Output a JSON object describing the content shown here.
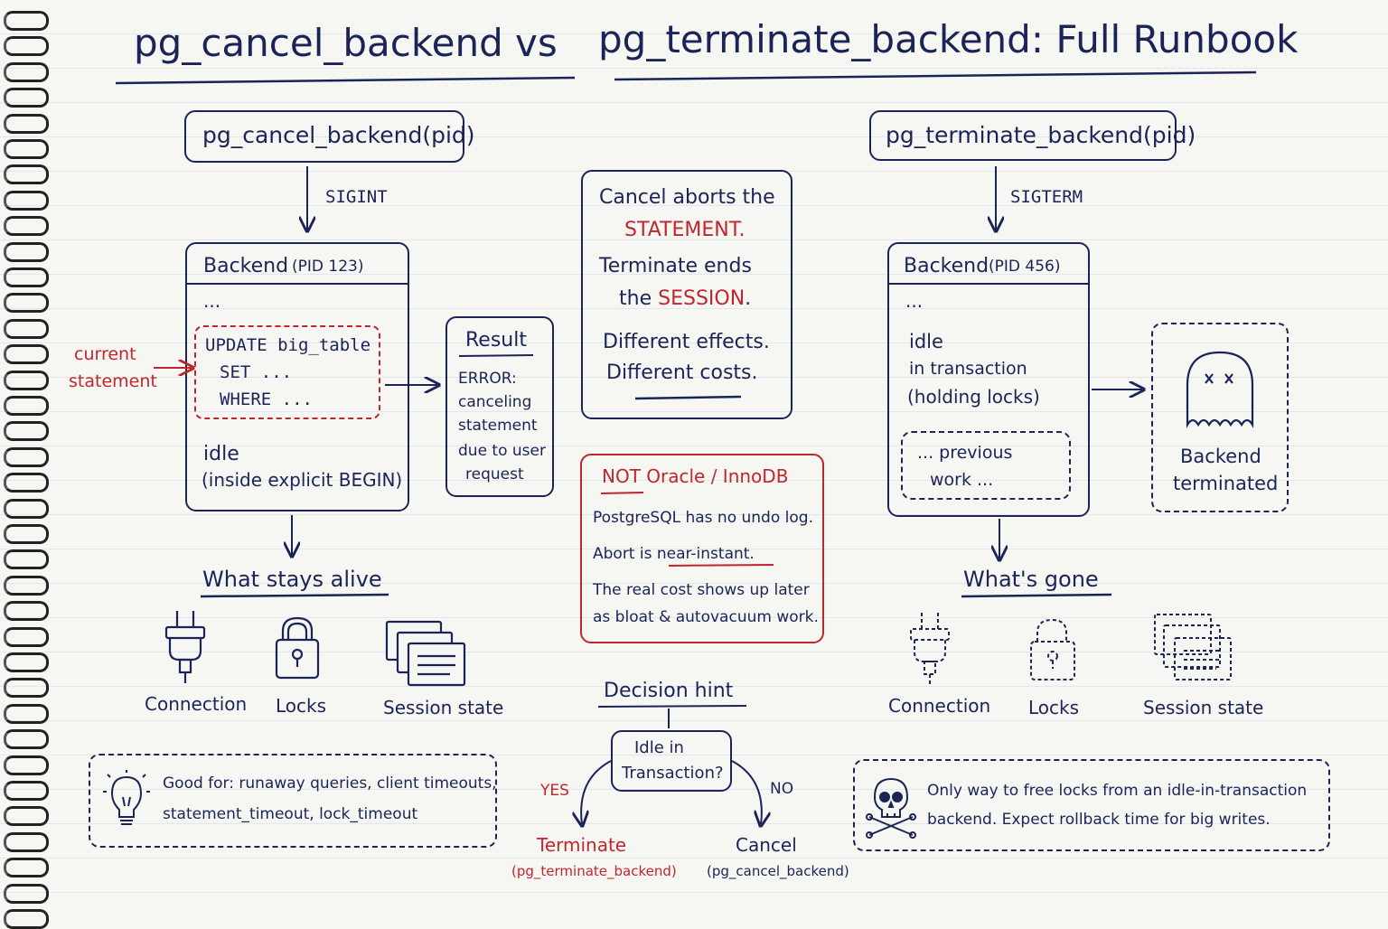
{
  "title": {
    "part1": "pg_cancel_backend",
    "vs": "vs",
    "part2": "pg_terminate_backend: Full Runbook"
  },
  "left": {
    "function_label": "pg_cancel_backend(pid)",
    "signal": "SIGINT",
    "backend_title": "Backend",
    "backend_pid": "(PID 123)",
    "ellipsis": "...",
    "statement_lines": [
      "UPDATE big_table",
      "SET ...",
      "WHERE ..."
    ],
    "current_statement_label": [
      "current",
      "statement"
    ],
    "idle_lines": [
      "idle",
      "(inside explicit BEGIN)"
    ],
    "result_title": "Result",
    "result_lines": [
      "ERROR:",
      "canceling",
      "statement",
      "due to user",
      "request"
    ],
    "stays_alive_title": "What stays alive",
    "icons": [
      {
        "name": "plug-icon",
        "label": "Connection"
      },
      {
        "name": "lock-icon",
        "label": "Locks"
      },
      {
        "name": "session-state-icon",
        "label": "Session state"
      }
    ],
    "good_for_lines": [
      "Good for: runaway queries, client timeouts,",
      "statement_timeout, lock_timeout"
    ]
  },
  "center": {
    "summary_lines": [
      {
        "text": "Cancel aborts the"
      },
      {
        "text": "STATEMENT."
      },
      {
        "text": "Terminate ends"
      },
      {
        "prefix": "the ",
        "highlight": "SESSION",
        "suffix": "."
      },
      {
        "text": "Different effects."
      },
      {
        "text": "Different costs."
      }
    ],
    "oracle_title": "NOT Oracle / InnoDB",
    "oracle_lines": [
      "PostgreSQL has no undo log.",
      "Abort is near-instant.",
      "The real cost shows up later",
      "as bloat & autovacuum work."
    ],
    "decision_title": "Decision hint",
    "decision_question": [
      "Idle in",
      "Transaction?"
    ],
    "yes_label": "YES",
    "no_label": "NO",
    "yes_result": "Terminate",
    "yes_result_fn": "(pg_terminate_backend)",
    "no_result": "Cancel",
    "no_result_fn": "(pg_cancel_backend)"
  },
  "right": {
    "function_label": "pg_terminate_backend(pid)",
    "signal": "SIGTERM",
    "backend_title": "Backend",
    "backend_pid": "(PID 456)",
    "ellipsis": "...",
    "idle_lines": [
      "idle",
      "in transaction",
      "(holding locks)"
    ],
    "previous_work_lines": [
      "... previous",
      "work ..."
    ],
    "terminated_lines": [
      "Backend",
      "terminated"
    ],
    "gone_title": "What's gone",
    "icons": [
      {
        "name": "plug-icon",
        "label": "Connection"
      },
      {
        "name": "lock-icon",
        "label": "Locks"
      },
      {
        "name": "session-state-icon",
        "label": "Session state"
      }
    ],
    "only_way_lines": [
      "Only way to free locks from an idle-in-transaction",
      "backend. Expect rollback time for big writes."
    ]
  },
  "colors": {
    "ink": "#1b2456",
    "accent_red": "#c0262d",
    "paper": "#f6f6f3"
  }
}
